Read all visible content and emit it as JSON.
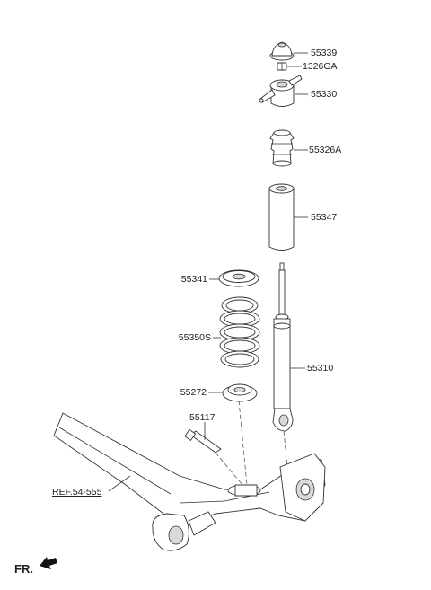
{
  "parts": {
    "p55339": "55339",
    "p1326GA": "1326GA",
    "p55330": "55330",
    "p55326A": "55326A",
    "p55347": "55347",
    "p55341": "55341",
    "p55350S": "55350S",
    "p55310": "55310",
    "p55272": "55272",
    "p55117": "55117"
  },
  "ref_label": "REF.54-555",
  "front_label": "FR."
}
